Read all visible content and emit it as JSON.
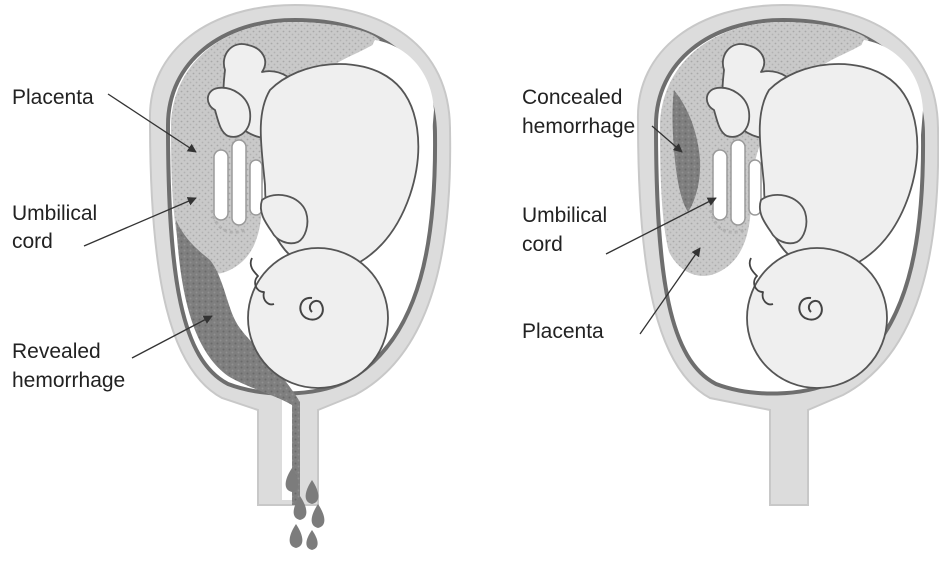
{
  "left_panel": {
    "labels": {
      "placenta": "Placenta",
      "umbilical_line1": "Umbilical",
      "umbilical_line2": "cord",
      "revealed_line1": "Revealed",
      "revealed_line2": "hemorrhage"
    }
  },
  "right_panel": {
    "labels": {
      "concealed_line1": "Concealed",
      "concealed_line2": "hemorrhage",
      "umbilical_line1": "Umbilical",
      "umbilical_line2": "cord",
      "placenta": "Placenta"
    }
  },
  "colors": {
    "uterus_outline": "#6e6e6e",
    "uterus_wall": "#d9d9d9",
    "placenta": "#c4c4c4",
    "hemorrhage": "#7a7a7a",
    "fetus_fill": "#efefef",
    "text": "#222222"
  }
}
